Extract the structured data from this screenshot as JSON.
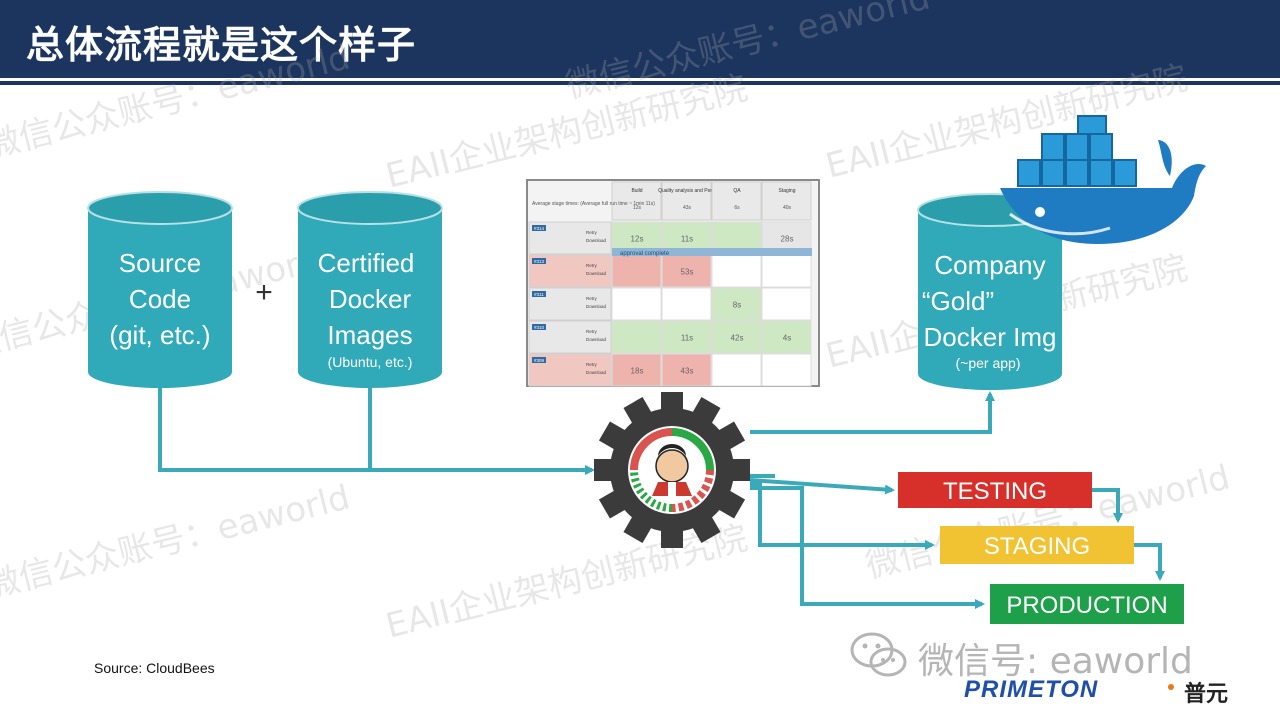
{
  "header": {
    "title": "总体流程就是这个样子"
  },
  "watermark": {
    "text_a": "微信公众账号：eaworld",
    "text_b": "EAII企业架构创新研究院"
  },
  "cylinders": {
    "source": [
      "Source",
      "Code",
      "(git, etc.)"
    ],
    "certified": [
      "Certified",
      "Docker",
      "Images"
    ],
    "certified_sub": "(Ubuntu, etc.)",
    "company": [
      "Company",
      "“Gold”",
      "Docker Img"
    ],
    "company_sub": "(~per app)"
  },
  "plus": "+",
  "stages": {
    "testing": "TESTING",
    "staging": "STAGING",
    "production": "PRODUCTION"
  },
  "pipeline_table": {
    "headers": [
      "Build",
      "Quality analysis and Perfs",
      "QA",
      "Staging"
    ],
    "averages": [
      "12s",
      "43s",
      "6s",
      "40s"
    ],
    "avg_label": "Average stage times: (Average full run time ~ 1min 11s)",
    "rows": [
      {
        "id": "#314",
        "cells": [
          "12s",
          "11s",
          "",
          "28s"
        ],
        "status": [
          "ok",
          "ok",
          "ok",
          "pending"
        ]
      },
      {
        "id": "#313",
        "cells": [
          "",
          "53s",
          "",
          ""
        ],
        "status": [
          "fail",
          "fail",
          "none",
          "none"
        ]
      },
      {
        "id": "#311",
        "cells": [
          "",
          "",
          "8s",
          ""
        ],
        "status": [
          "none",
          "none",
          "ok",
          "none"
        ]
      },
      {
        "id": "#310",
        "cells": [
          "",
          "11s",
          "42s",
          "4s"
        ],
        "status": [
          "ok",
          "ok",
          "ok",
          "ok"
        ]
      },
      {
        "id": "#309",
        "cells": [
          "18s",
          "43s",
          "",
          ""
        ],
        "status": [
          "fail",
          "fail",
          "none",
          "none"
        ]
      }
    ],
    "retry": "Retry",
    "download": "Download",
    "banner": "approval complete"
  },
  "footer": {
    "source": "Source: CloudBees",
    "wechat": "微信号: eaworld",
    "brand": "PRIMETON",
    "brand_cn": "普元"
  },
  "colors": {
    "cylinder": "#30a9b8",
    "arrow": "#3aa9b9",
    "testing": "#d7302b",
    "staging": "#f1c232",
    "production": "#1e9f4a",
    "header": "#1c355e"
  }
}
